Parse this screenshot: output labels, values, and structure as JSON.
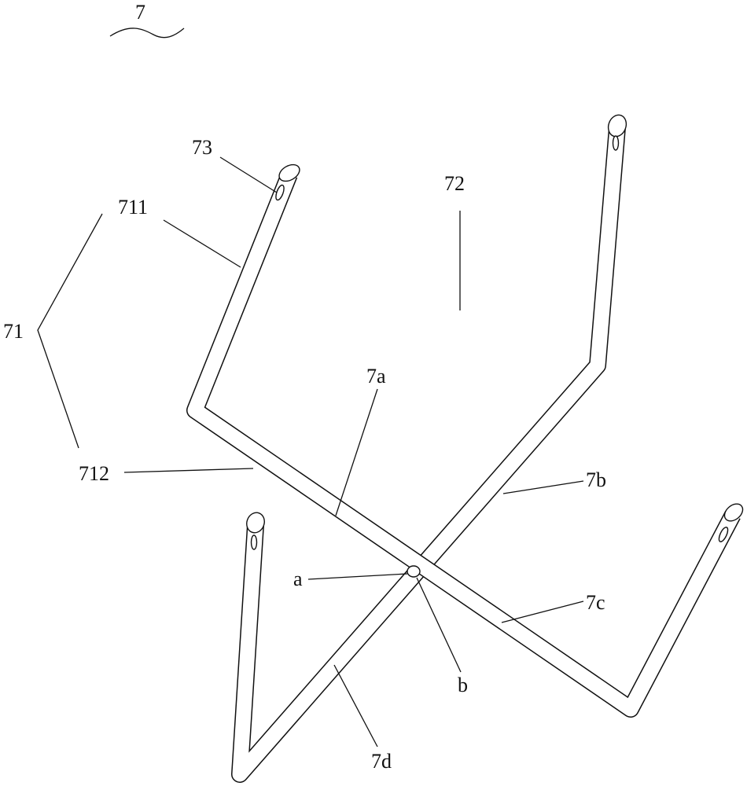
{
  "labels": {
    "figure": "7",
    "l73": "73",
    "l711": "711",
    "l72": "72",
    "l71": "71",
    "l7a": "7a",
    "l712": "712",
    "l7b": "7b",
    "la": "a",
    "l7c": "7c",
    "lb": "b",
    "l7d": "7d"
  }
}
